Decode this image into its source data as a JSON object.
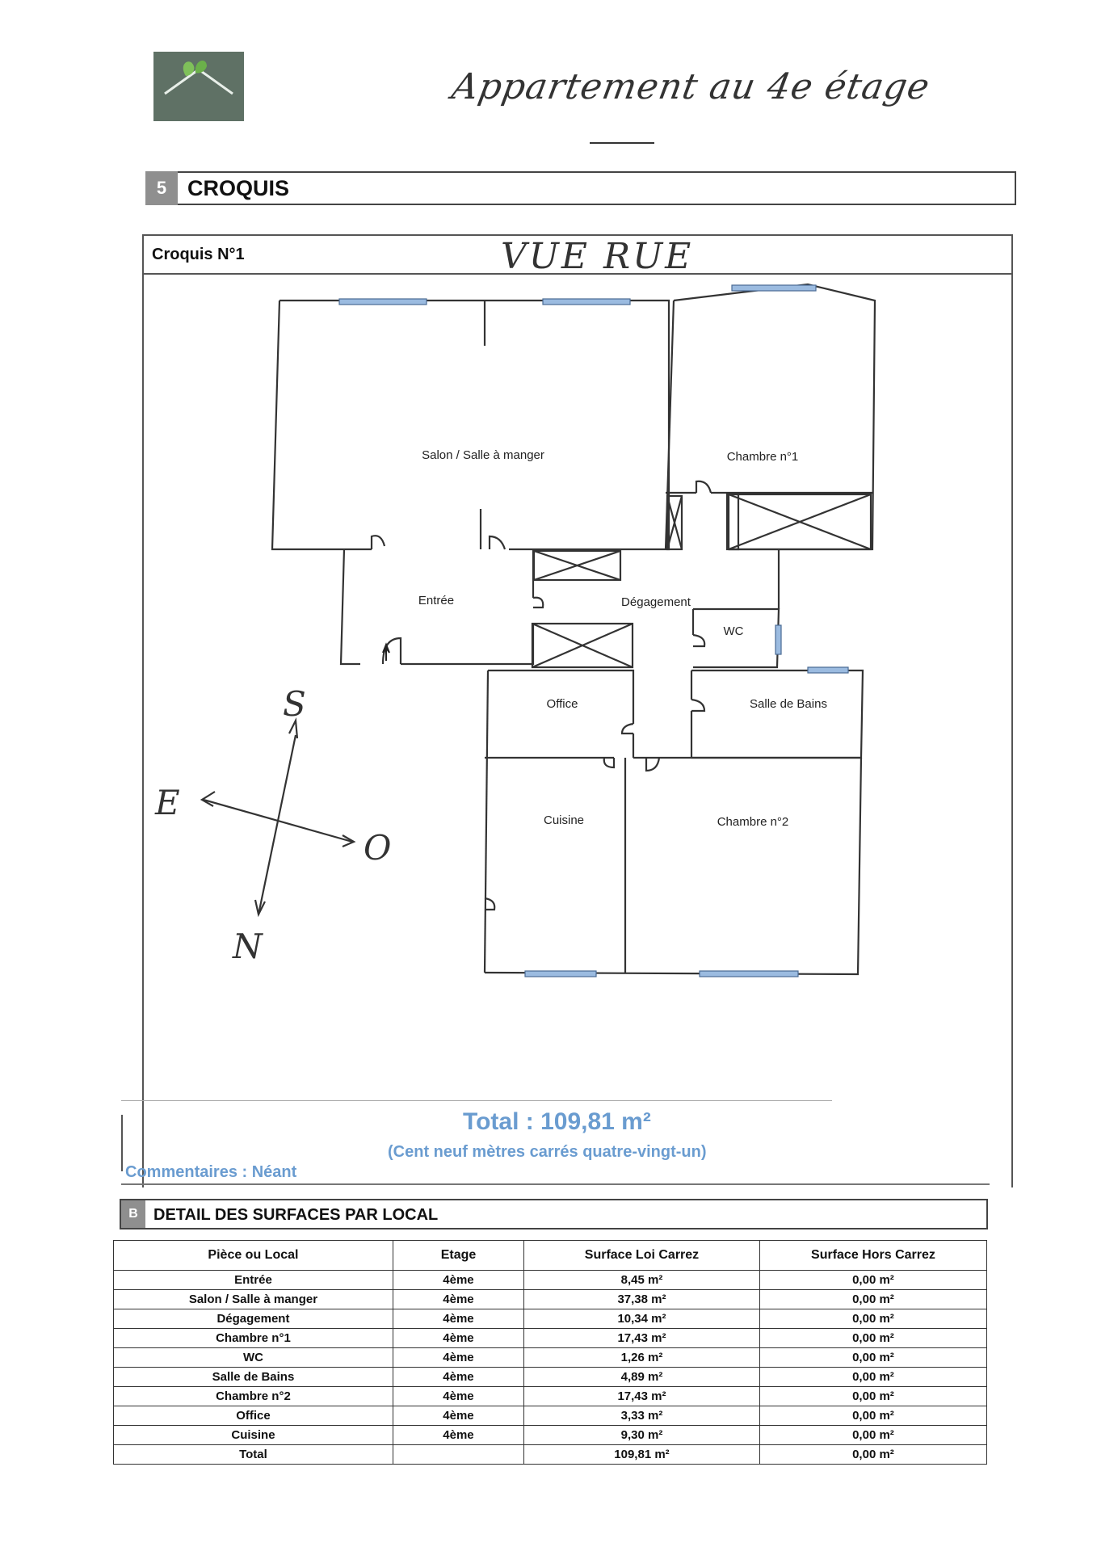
{
  "header": {
    "handwritten_title": "Appartement au 4e étage"
  },
  "section5": {
    "number": "5",
    "title": "CROQUIS"
  },
  "croquis": {
    "label": "Croquis N°1",
    "handwritten_street": "VUE RUE",
    "rooms": {
      "salon": "Salon / Salle à manger",
      "chambre1": "Chambre n°1",
      "entree": "Entrée",
      "degagement": "Dégagement",
      "wc": "WC",
      "office": "Office",
      "sdb": "Salle de Bains",
      "cuisine": "Cuisine",
      "chambre2": "Chambre n°2"
    },
    "compass": {
      "s": "S",
      "e": "E",
      "o": "O",
      "n": "N"
    }
  },
  "totals": {
    "total": "Total : 109,81 m²",
    "total_words": "(Cent neuf mètres carrés quatre-vingt-un)",
    "comments": "Commentaires : Néant"
  },
  "sectionB": {
    "number": "B",
    "title": "DETAIL DES SURFACES PAR LOCAL"
  },
  "table": {
    "headers": [
      "Pièce ou Local",
      "Etage",
      "Surface Loi Carrez",
      "Surface Hors Carrez"
    ],
    "rows": [
      [
        "Entrée",
        "4ème",
        "8,45 m²",
        "0,00 m²"
      ],
      [
        "Salon / Salle à manger",
        "4ème",
        "37,38 m²",
        "0,00 m²"
      ],
      [
        "Dégagement",
        "4ème",
        "10,34 m²",
        "0,00 m²"
      ],
      [
        "Chambre n°1",
        "4ème",
        "17,43 m²",
        "0,00 m²"
      ],
      [
        "WC",
        "4ème",
        "1,26 m²",
        "0,00 m²"
      ],
      [
        "Salle de Bains",
        "4ème",
        "4,89 m²",
        "0,00 m²"
      ],
      [
        "Chambre n°2",
        "4ème",
        "17,43 m²",
        "0,00 m²"
      ],
      [
        "Office",
        "4ème",
        "3,33 m²",
        "0,00 m²"
      ],
      [
        "Cuisine",
        "4ème",
        "9,30 m²",
        "0,00 m²"
      ],
      [
        "Total",
        "",
        "109,81 m²",
        "0,00 m²"
      ]
    ]
  }
}
